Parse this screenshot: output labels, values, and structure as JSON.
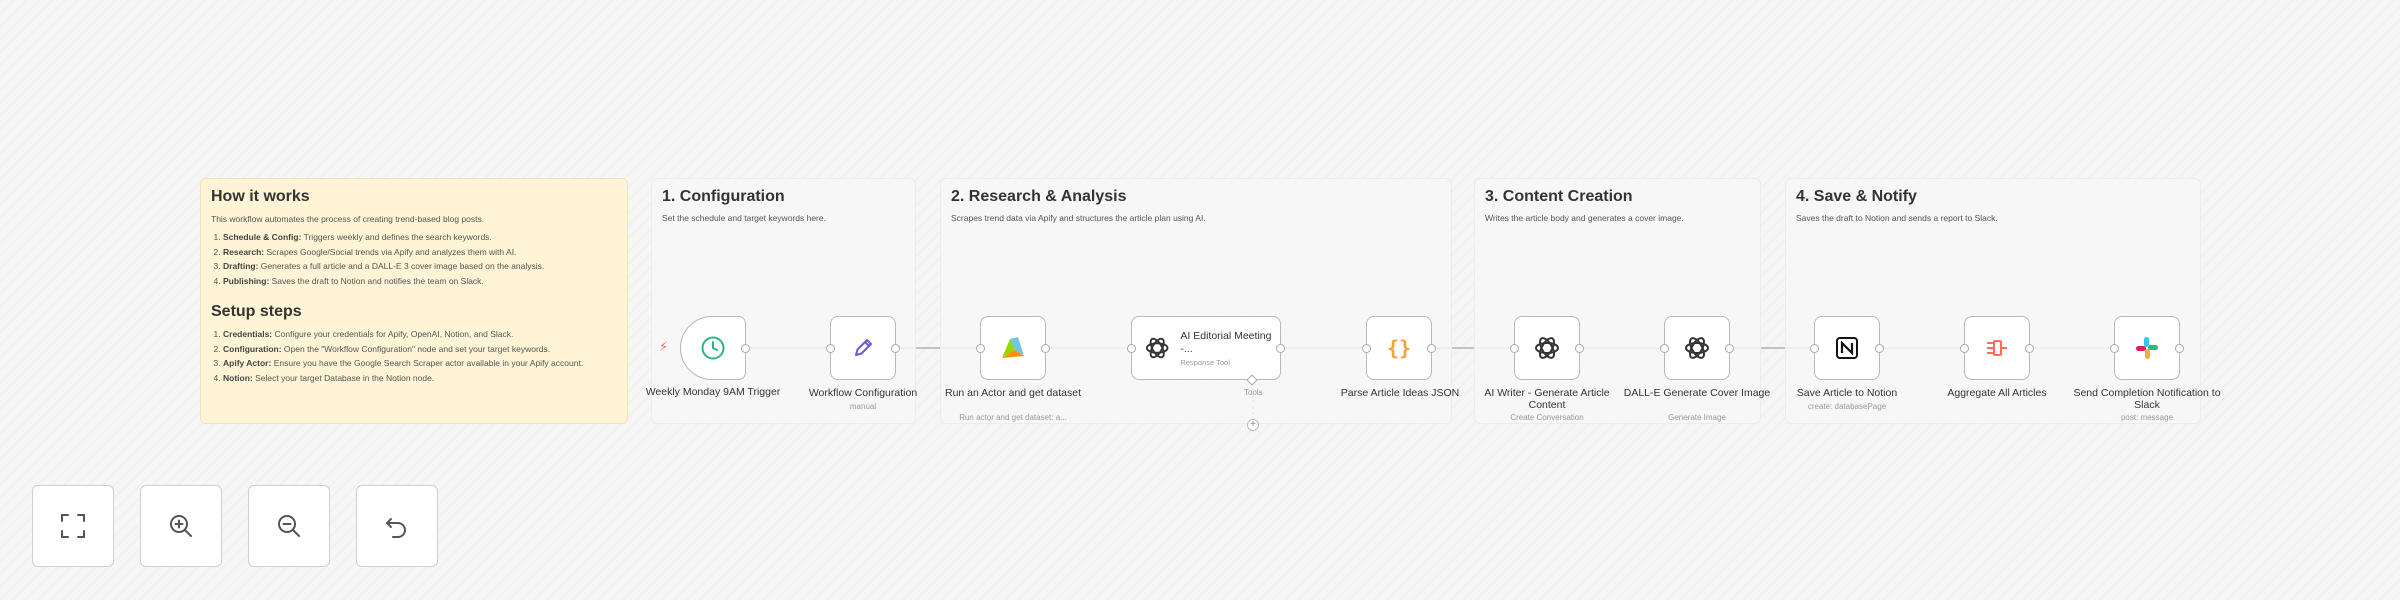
{
  "sticky": {
    "how_title": "How it works",
    "how_intro": "This workflow automates the process of creating trend-based blog posts.",
    "how_steps": [
      {
        "b": "Schedule & Config:",
        "t": " Triggers weekly and defines the search keywords."
      },
      {
        "b": "Research:",
        "t": " Scrapes Google/Social trends via Apify and analyzes them with AI."
      },
      {
        "b": "Drafting:",
        "t": " Generates a full article and a DALL-E 3 cover image based on the analysis."
      },
      {
        "b": "Publishing:",
        "t": " Saves the draft to Notion and notifies the team on Slack."
      }
    ],
    "setup_title": "Setup steps",
    "setup_steps": [
      {
        "b": "Credentials:",
        "t": " Configure your credentials for Apify, OpenAI, Notion, and Slack."
      },
      {
        "b": "Configuration:",
        "t": " Open the \"Workflow Configuration\" node and set your target keywords."
      },
      {
        "b": "Apify Actor:",
        "t": " Ensure you have the Google Search Scraper actor available in your Apify account."
      },
      {
        "b": "Notion:",
        "t": " Select your target Database in the Notion node."
      }
    ]
  },
  "sections": [
    {
      "title": "1. Configuration",
      "desc": "Set the schedule and target keywords here."
    },
    {
      "title": "2. Research & Analysis",
      "desc": "Scrapes trend data via Apify and structures the article plan using AI."
    },
    {
      "title": "3. Content Creation",
      "desc": "Writes the article body and generates a cover image."
    },
    {
      "title": "4. Save & Notify",
      "desc": "Saves the draft to Notion and sends a report to Slack."
    }
  ],
  "nodes": {
    "trigger": {
      "label": "Weekly Monday 9AM Trigger",
      "sub": "",
      "icon": "clock-icon"
    },
    "config": {
      "label": "Workflow Configuration",
      "sub": "manual",
      "icon": "pencil-icon"
    },
    "apify": {
      "label": "Run an Actor and get dataset",
      "sub": "Run actor and get dataset: a...",
      "icon": "apify-icon"
    },
    "agent": {
      "label": "AI Editorial Meeting -...",
      "sub": "Response Tool",
      "icon": "openai-icon",
      "tools_label": "Tools"
    },
    "parse": {
      "label": "Parse Article Ideas JSON",
      "sub": "",
      "icon": "code-braces-icon"
    },
    "writer": {
      "label": "AI Writer - Generate Article Content",
      "sub": "Create Conversation",
      "icon": "openai-icon"
    },
    "dalle": {
      "label": "DALL-E Generate Cover Image",
      "sub": "Generate Image",
      "icon": "openai-icon"
    },
    "notion": {
      "label": "Save Article to Notion",
      "sub": "create: databasePage",
      "icon": "notion-icon"
    },
    "aggregate": {
      "label": "Aggregate All Articles",
      "sub": "",
      "icon": "aggregate-icon"
    },
    "slack": {
      "label": "Send Completion Notification to Slack",
      "sub": "post: message",
      "icon": "slack-icon"
    }
  },
  "colors": {
    "sticky_yellow": "#fff4d6",
    "trigger_bolt": "#ff6d5a",
    "clock_green": "#2db47d",
    "pencil_purple": "#6b5bd6",
    "braces_orange": "#f1a534"
  }
}
